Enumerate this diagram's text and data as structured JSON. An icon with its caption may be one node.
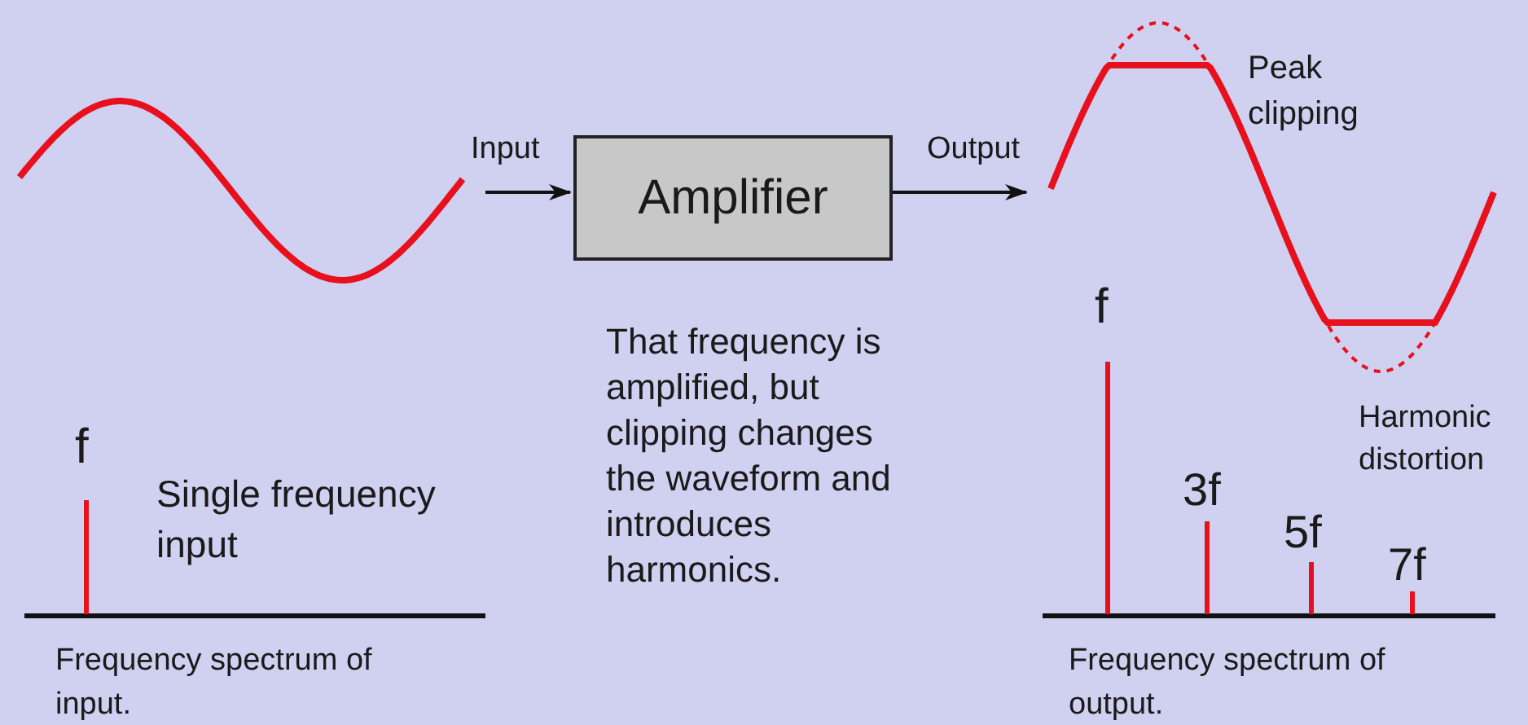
{
  "diagram": {
    "nodes": [
      {
        "text": [],
        "shape": "picture"
      },
      {
        "text": [
          "Amplifier"
        ]
      },
      {
        "text": [],
        "shape": "picture"
      }
    ],
    "edges": [
      {
        "from": 0,
        "to": 1,
        "arrow": "to",
        "label": "Input"
      },
      {
        "from": 1,
        "to": 2,
        "arrow": "to",
        "label": "Output"
      }
    ],
    "labels": [
      "Peak clipping",
      "f",
      "Single frequency input",
      "Frequency spectrum of input.",
      "That frequency is amplified, but clipping changes the waveform and introduces harmonics.",
      "f",
      "3f",
      "5f",
      "7f",
      "Harmonic distortion",
      "Frequency spectrum of output."
    ]
  }
}
